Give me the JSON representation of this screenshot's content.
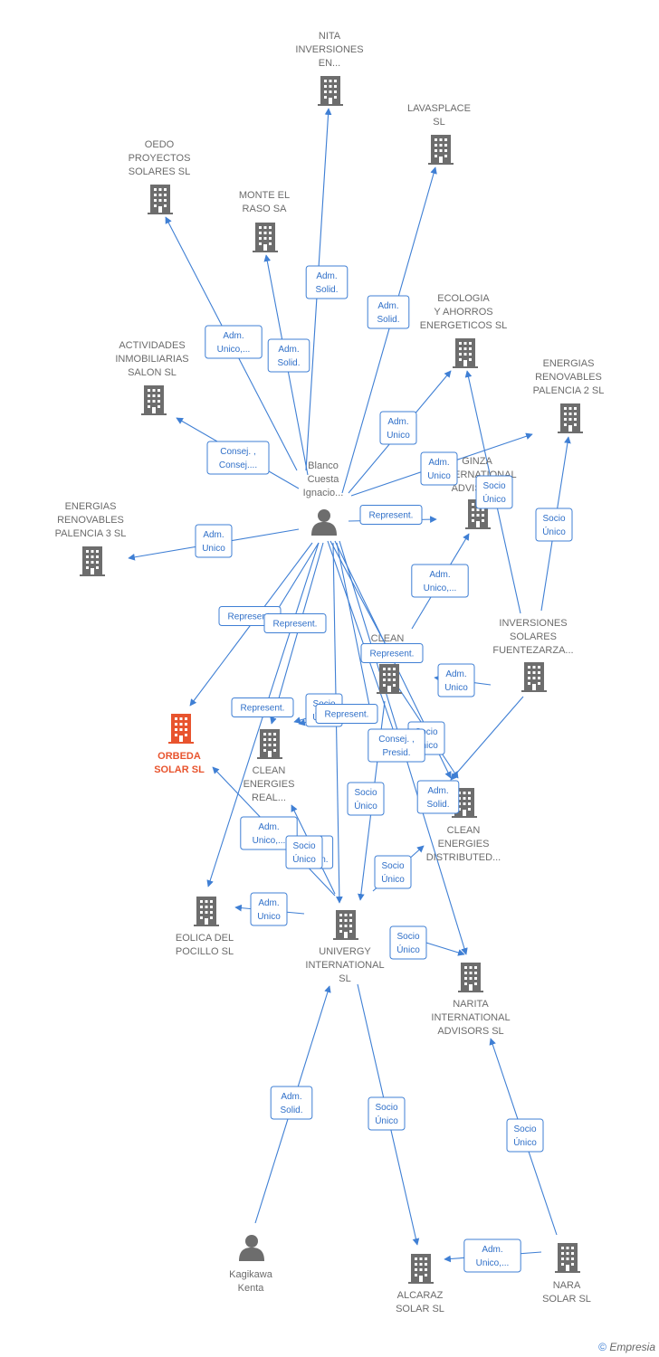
{
  "colors": {
    "edge": "#3f7fd4",
    "company": "#6d6d6d",
    "focus": "#e8542e",
    "person": "#6d6d6d"
  },
  "footer": {
    "copyright": "©",
    "brand": "Empresia"
  },
  "nodes": [
    {
      "id": "nita",
      "type": "company",
      "label": [
        "NITA",
        "INVERSIONES",
        "EN..."
      ]
    },
    {
      "id": "lavasplace",
      "type": "company",
      "label": [
        "LAVASPLACE",
        "SL"
      ]
    },
    {
      "id": "oedo",
      "type": "company",
      "label": [
        "OEDO",
        "PROYECTOS",
        "SOLARES  SL"
      ]
    },
    {
      "id": "monte",
      "type": "company",
      "label": [
        "MONTE EL",
        "RASO SA"
      ]
    },
    {
      "id": "ecologia",
      "type": "company",
      "label": [
        "ECOLOGIA",
        "Y AHORROS",
        "ENERGETICOS SL"
      ]
    },
    {
      "id": "actividades",
      "type": "company",
      "label": [
        "ACTIVIDADES",
        "INMOBILIARIAS",
        "SALON SL"
      ]
    },
    {
      "id": "ener2",
      "type": "company",
      "label": [
        "ENERGIAS",
        "RENOVABLES",
        "PALENCIA 2 SL"
      ]
    },
    {
      "id": "blanco",
      "type": "person",
      "label": [
        "Blanco",
        "Cuesta",
        "Ignacio..."
      ]
    },
    {
      "id": "ginza",
      "type": "company",
      "label": [
        "GINZA",
        "INTERNATIONAL",
        "ADVISORS"
      ]
    },
    {
      "id": "ener3",
      "type": "company",
      "label": [
        "ENERGIAS",
        "RENOVABLES",
        "PALENCIA 3 SL"
      ]
    },
    {
      "id": "inversiones",
      "type": "company",
      "label": [
        "INVERSIONES",
        "SOLARES",
        "FUENTEZARZA..."
      ]
    },
    {
      "id": "cleanE",
      "type": "company",
      "label": [
        "CLEAN",
        "E..."
      ]
    },
    {
      "id": "orbeda",
      "type": "focus",
      "label": [
        "ORBEDA",
        "SOLAR  SL"
      ]
    },
    {
      "id": "cleanReal",
      "type": "company",
      "label": [
        "CLEAN",
        "ENERGIES",
        "REAL..."
      ]
    },
    {
      "id": "cleanDist",
      "type": "company",
      "label": [
        "CLEAN",
        "ENERGIES",
        "DISTRIBUTED..."
      ]
    },
    {
      "id": "eolica",
      "type": "company",
      "label": [
        "EOLICA DEL",
        "POCILLO SL"
      ]
    },
    {
      "id": "univergy",
      "type": "company",
      "label": [
        "UNIVERGY",
        "INTERNATIONAL",
        "SL"
      ]
    },
    {
      "id": "narita",
      "type": "company",
      "label": [
        "NARITA",
        "INTERNATIONAL",
        "ADVISORS  SL"
      ]
    },
    {
      "id": "kagikawa",
      "type": "person",
      "label": [
        "Kagikawa",
        "Kenta"
      ]
    },
    {
      "id": "alcaraz",
      "type": "company",
      "label": [
        "ALCARAZ",
        "SOLAR SL"
      ]
    },
    {
      "id": "nara",
      "type": "company",
      "label": [
        "NARA",
        "SOLAR  SL"
      ]
    }
  ],
  "edges": [
    {
      "id": "e1",
      "label": [
        "Adm.",
        "Solid."
      ]
    },
    {
      "id": "e2",
      "label": [
        "Adm.",
        "Solid."
      ]
    },
    {
      "id": "e3",
      "label": [
        "Adm.",
        "Unico,..."
      ]
    },
    {
      "id": "e4",
      "label": [
        "Adm.",
        "Solid."
      ]
    },
    {
      "id": "e5",
      "label": [
        "Adm.",
        "Unico"
      ]
    },
    {
      "id": "e6",
      "label": [
        "Consej. ,",
        "Consej...."
      ]
    },
    {
      "id": "e7",
      "label": [
        "Adm.",
        "Unico"
      ]
    },
    {
      "id": "e8",
      "label": [
        "Adm.",
        "Unico"
      ]
    },
    {
      "id": "e9",
      "label": [
        "Represent."
      ]
    },
    {
      "id": "e10",
      "label": [
        "Socio",
        "Único"
      ]
    },
    {
      "id": "e11",
      "label": [
        "Socio",
        "Único"
      ]
    },
    {
      "id": "e12",
      "label": [
        "Adm.",
        "Unico,..."
      ]
    },
    {
      "id": "e13",
      "label": [
        "Represent."
      ]
    },
    {
      "id": "e14",
      "label": [
        "Represent."
      ]
    },
    {
      "id": "e15",
      "label": [
        "Represent."
      ]
    },
    {
      "id": "e16",
      "label": [
        "Adm.",
        "Unico"
      ]
    },
    {
      "id": "e17",
      "label": [
        "Represent."
      ]
    },
    {
      "id": "e18",
      "label": [
        "Socio",
        "Único"
      ]
    },
    {
      "id": "e19",
      "label": [
        "Represent."
      ]
    },
    {
      "id": "e20",
      "label": [
        "Socio",
        "Único"
      ]
    },
    {
      "id": "e21",
      "label": [
        "Consej. ,",
        "Presid."
      ]
    },
    {
      "id": "e22",
      "label": [
        "Adm.",
        "Solid."
      ]
    },
    {
      "id": "e23",
      "label": [
        "Socio",
        "Único"
      ]
    },
    {
      "id": "e24",
      "label": [
        "Adm.",
        "Unico,..."
      ]
    },
    {
      "id": "e25",
      "label": [
        "Adm.",
        "Mancom."
      ]
    },
    {
      "id": "e26",
      "label": [
        "Socio",
        "Único"
      ]
    },
    {
      "id": "e27",
      "label": [
        "Adm.",
        "Unico"
      ]
    },
    {
      "id": "e28",
      "label": [
        "Socio",
        "Único"
      ]
    },
    {
      "id": "e29",
      "label": [
        "Adm.",
        "Solid."
      ]
    },
    {
      "id": "e30",
      "label": [
        "Socio",
        "Único"
      ]
    },
    {
      "id": "e31",
      "label": [
        "Socio",
        "Único"
      ]
    },
    {
      "id": "e32",
      "label": [
        "Adm.",
        "Unico,..."
      ]
    }
  ]
}
